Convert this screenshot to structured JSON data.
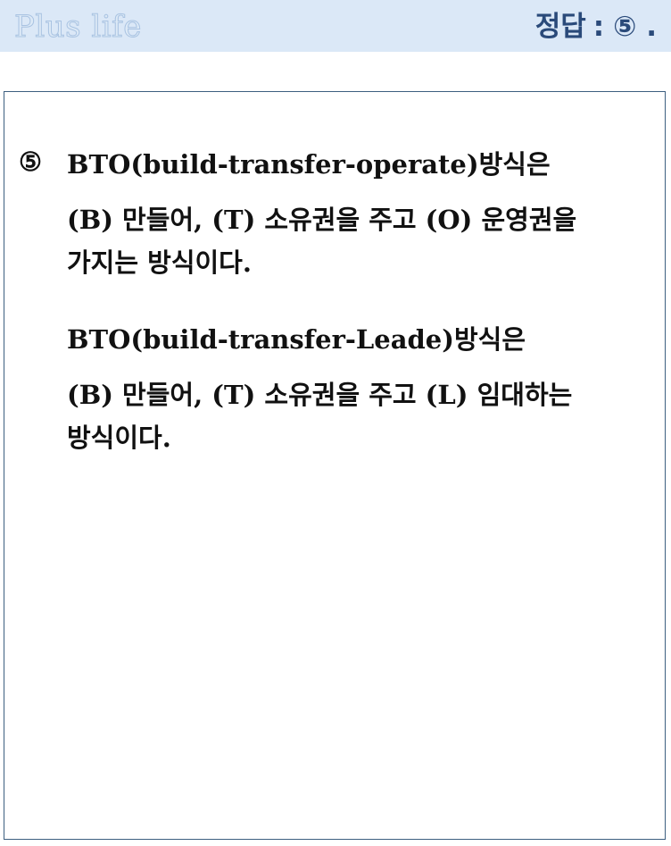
{
  "header": {
    "brand": "Plus life",
    "answer_label": "정답",
    "answer_separator": ":",
    "answer_value": "⑤",
    "answer_end": "."
  },
  "explanation": {
    "marker": "⑤",
    "lines": [
      "BTO(build-transfer-operate)방식은",
      "(B) 만들어, (T) 소유권을 주고 (O) 운영권을",
      "가지는 방식이다.",
      "BTO(build-transfer-Leade)방식은",
      "(B) 만들어, (T) 소유권을 주고 (L) 임대하는",
      "방식이다."
    ]
  }
}
